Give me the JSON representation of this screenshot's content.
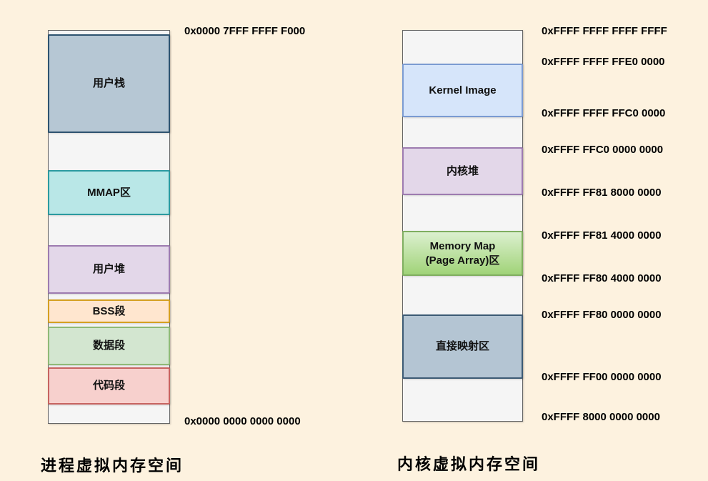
{
  "page": {
    "background_color": "#fdf2df",
    "container_fill": "#f5f5f5",
    "container_border": "#666666"
  },
  "process_space": {
    "title": "进程虚拟内存空间",
    "top_address": "0x0000 7FFF FFFF F000",
    "bottom_address": "0x0000 0000 0000 0000",
    "segments": [
      {
        "label": "用户栈",
        "fill": "#b6c7d4",
        "border": "#2e5370"
      },
      {
        "label": "MMAP区",
        "fill": "#b9e7e7",
        "border": "#2b9aa0"
      },
      {
        "label": "用户堆",
        "fill": "#e3d7e9",
        "border": "#9d7bb0"
      },
      {
        "label": "BSS段",
        "fill": "#ffe6cf",
        "border": "#d5a021"
      },
      {
        "label": "数据段",
        "fill": "#d3e6d0",
        "border": "#8fba77"
      },
      {
        "label": "代码段",
        "fill": "#f7d0cd",
        "border": "#c76360"
      }
    ]
  },
  "kernel_space": {
    "title": "内核虚拟内存空间",
    "segments": [
      {
        "label": "Kernel Image",
        "fill": "#d6e5fa",
        "border": "#7b9bd2"
      },
      {
        "label": "内核堆",
        "fill": "#e3d7e9",
        "border": "#9d7bb0"
      },
      {
        "label": "Memory Map",
        "label_line2": "(Page Array)区",
        "fill_top": "#dcf0cf",
        "fill_bottom": "#a0d378",
        "border": "#7fae60"
      },
      {
        "label": "直接映射区",
        "fill": "#b4c5d3",
        "border": "#3c5a74"
      }
    ],
    "addresses": [
      "0xFFFF FFFF FFFF FFFF",
      "0xFFFF FFFF FFE0 0000",
      "0xFFFF FFFF FFC0 0000",
      "0xFFFF FFC0 0000 0000",
      "0xFFFF FF81 8000 0000",
      "0xFFFF FF81 4000 0000",
      "0xFFFF FF80 4000 0000",
      "0xFFFF FF80 0000 0000",
      "0xFFFF FF00 0000 0000",
      "0xFFFF 8000 0000 0000"
    ]
  }
}
